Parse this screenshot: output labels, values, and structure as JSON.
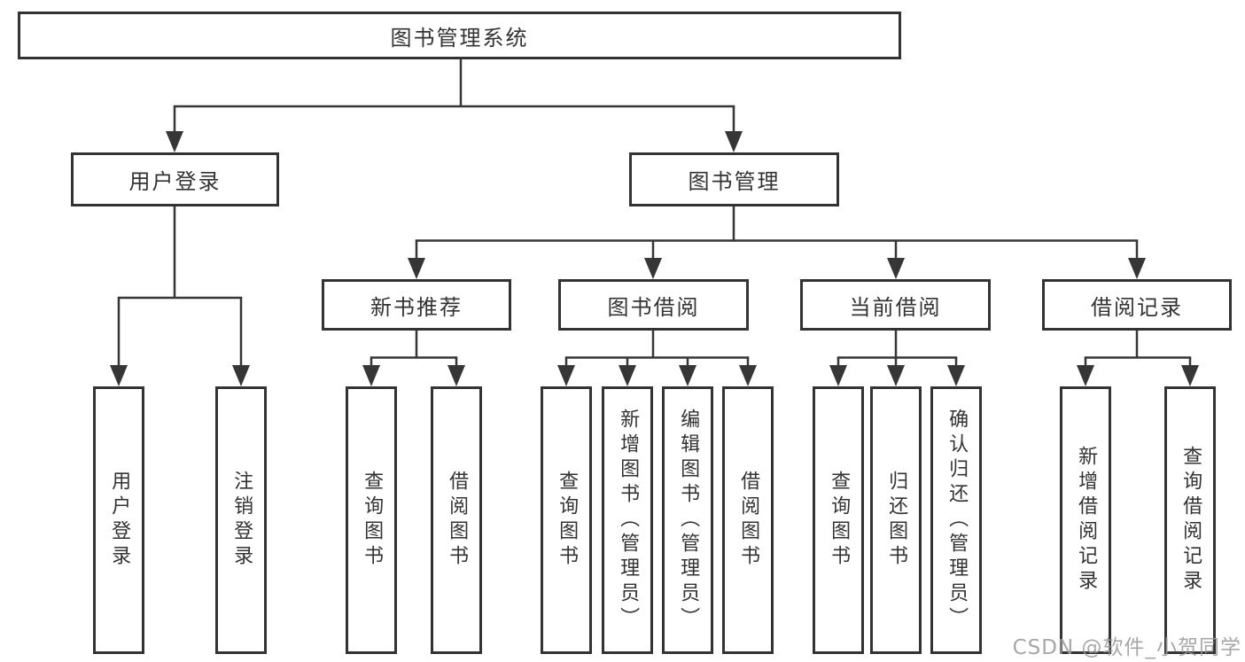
{
  "tree": {
    "label": "图书管理系统",
    "children": [
      {
        "label": "用户登录",
        "children": [
          {
            "label": "用户登录"
          },
          {
            "label": "注销登录"
          }
        ]
      },
      {
        "label": "图书管理",
        "children": [
          {
            "label": "新书推荐",
            "children": [
              {
                "label": "查询图书"
              },
              {
                "label": "借阅图书"
              }
            ]
          },
          {
            "label": "图书借阅",
            "children": [
              {
                "label": "查询图书"
              },
              {
                "label": "新增图书（管理员）"
              },
              {
                "label": "编辑图书（管理员）"
              },
              {
                "label": "借阅图书"
              }
            ]
          },
          {
            "label": "当前借阅",
            "children": [
              {
                "label": "查询图书"
              },
              {
                "label": "归还图书"
              },
              {
                "label": "确认归还（管理员）"
              }
            ]
          },
          {
            "label": "借阅记录",
            "children": [
              {
                "label": "新增借阅记录"
              },
              {
                "label": "查询借阅记录"
              }
            ]
          }
        ]
      }
    ]
  },
  "watermark": {
    "text": "CSDN @软件_小贺同学"
  },
  "colors": {
    "line": "#363636",
    "box_border": "#333333",
    "box_background": "#ffffff",
    "text": "#333333",
    "watermark": "#9b9b9b"
  }
}
